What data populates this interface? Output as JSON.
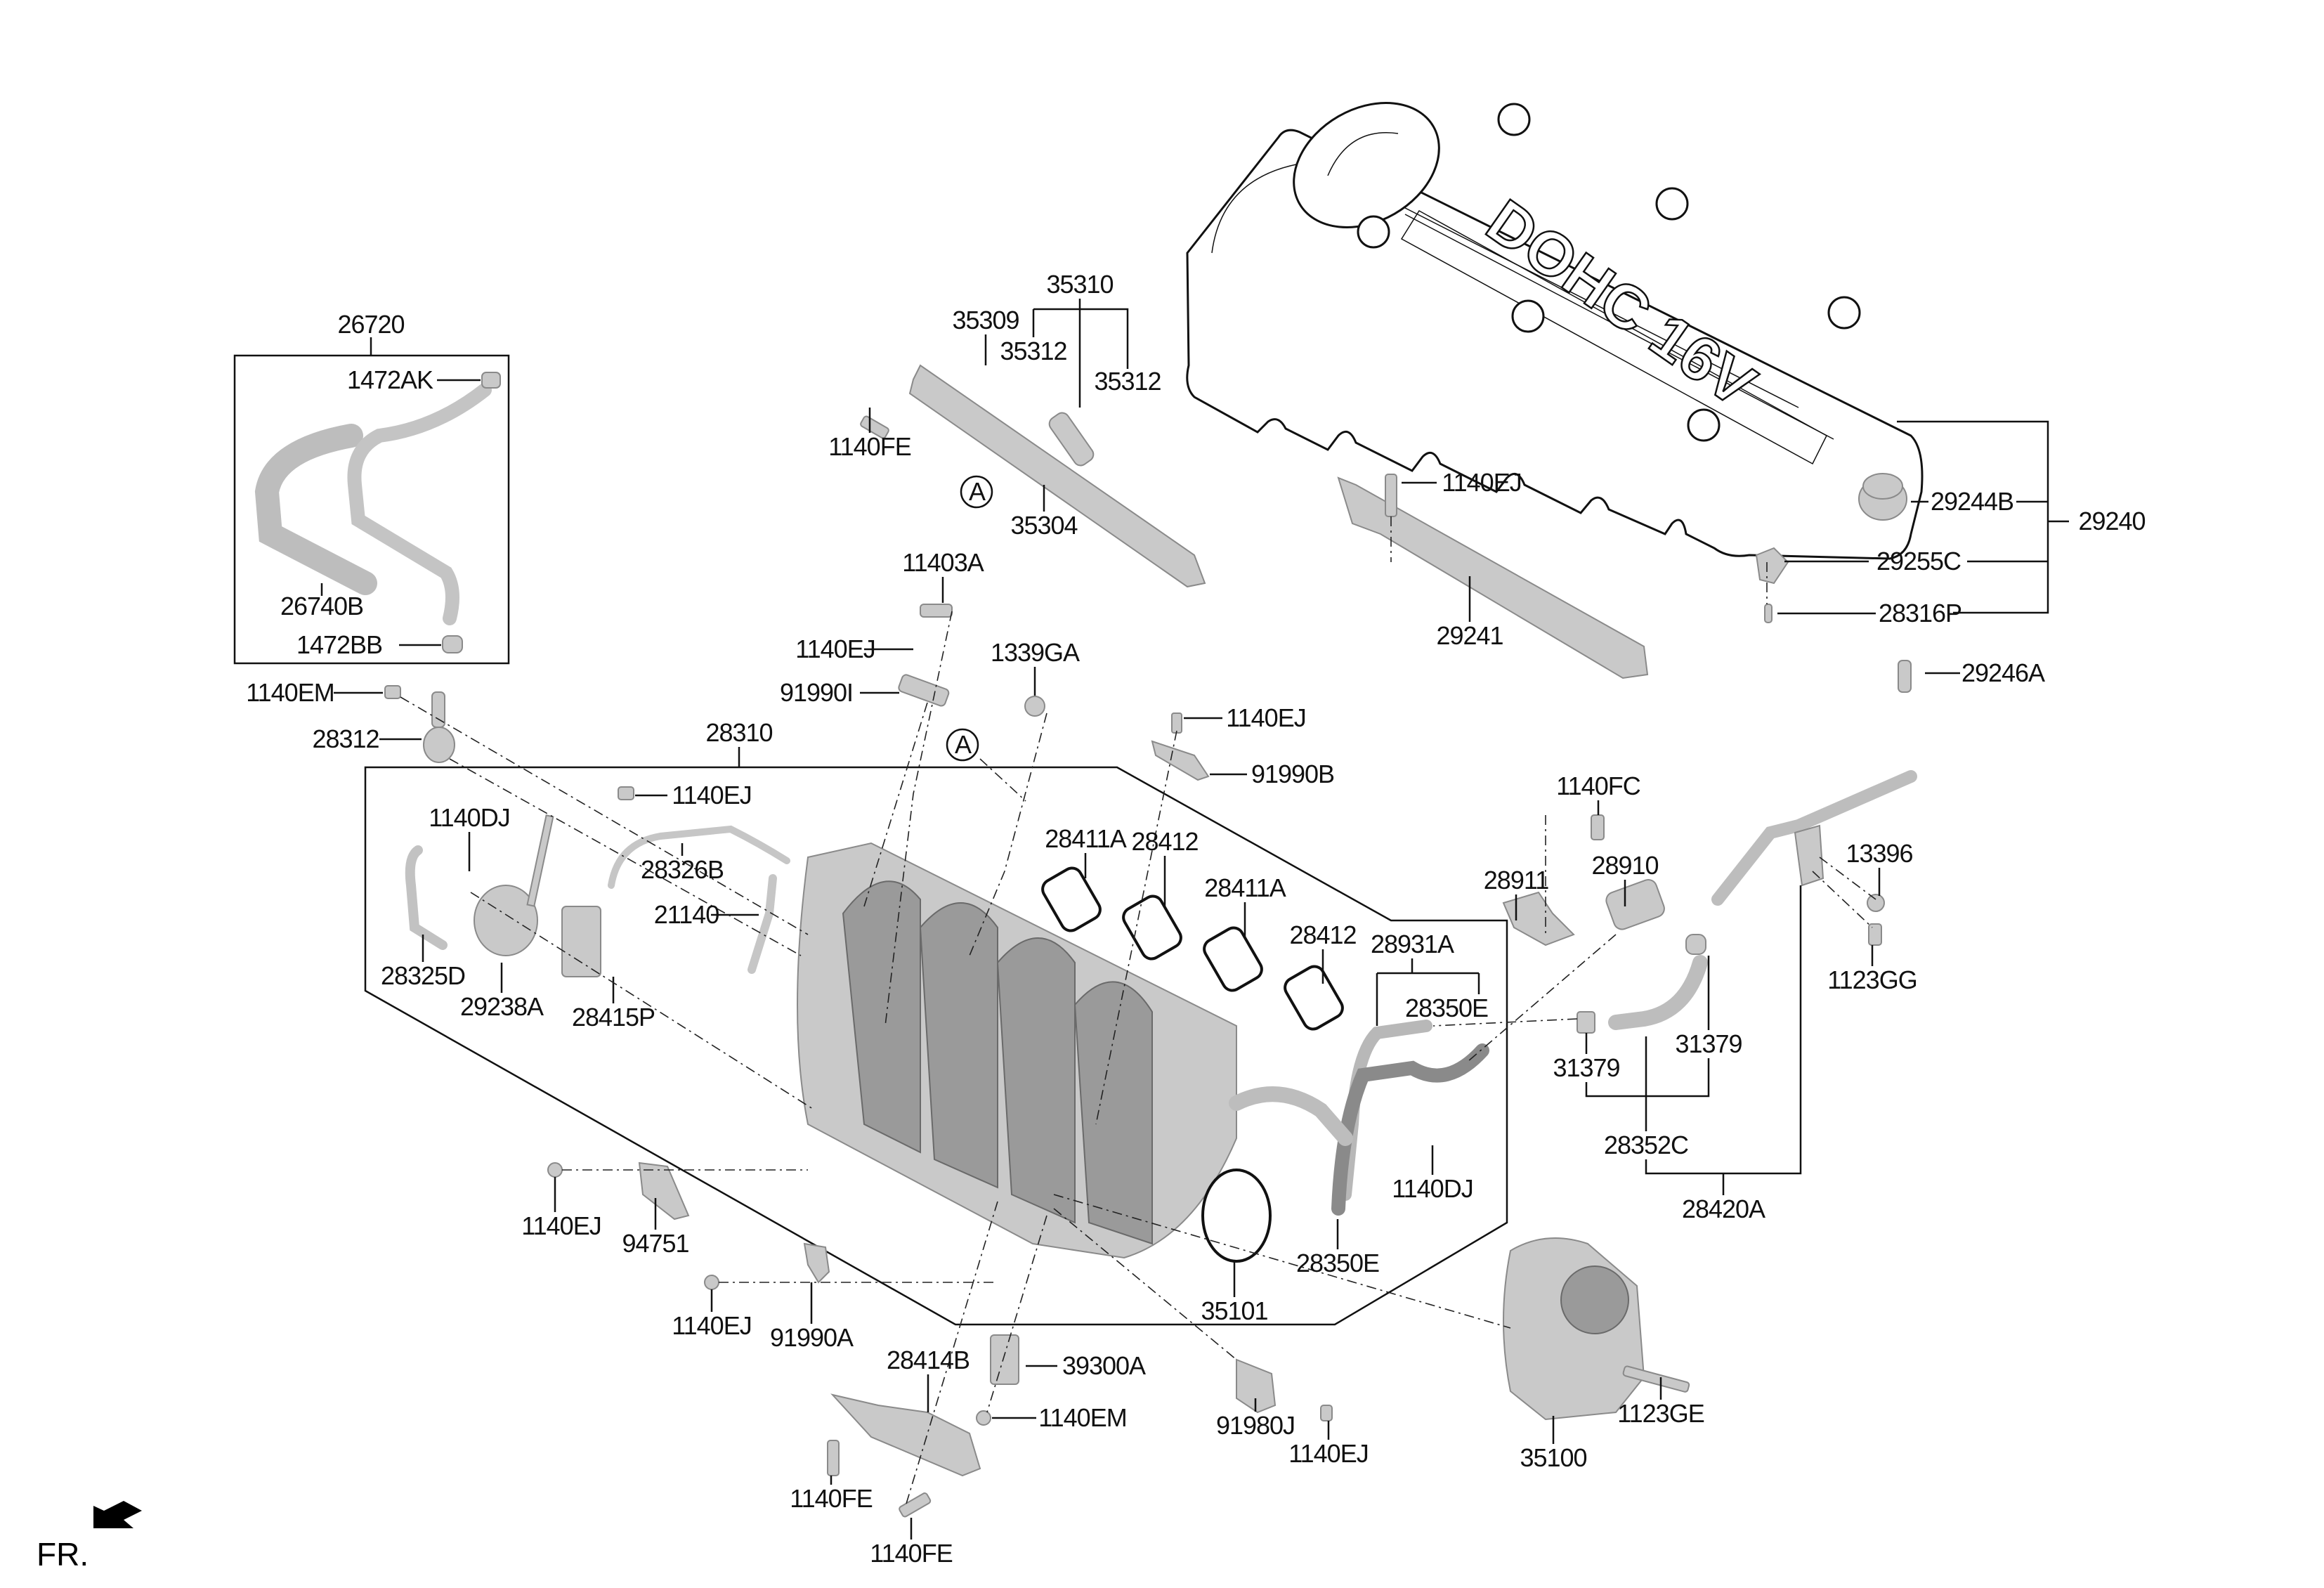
{
  "diagram": {
    "title": "Intake Manifold & Engine Cover Exploded Parts Diagram",
    "front_marker": "FR.",
    "cover_emblem": "DOHC 16V",
    "reference_marks": [
      "A",
      "A"
    ],
    "labels": [
      {
        "id": "26720",
        "part": "26720"
      },
      {
        "id": "1472AK",
        "part": "1472AK"
      },
      {
        "id": "26740B",
        "part": "26740B"
      },
      {
        "id": "1472BB",
        "part": "1472BB"
      },
      {
        "id": "35310",
        "part": "35310"
      },
      {
        "id": "35309",
        "part": "35309"
      },
      {
        "id": "35312a",
        "part": "35312"
      },
      {
        "id": "35312b",
        "part": "35312"
      },
      {
        "id": "1140FE-rail",
        "part": "1140FE"
      },
      {
        "id": "35304",
        "part": "35304"
      },
      {
        "id": "11403A",
        "part": "11403A"
      },
      {
        "id": "1140EJ-a",
        "part": "1140EJ"
      },
      {
        "id": "1339GA",
        "part": "1339GA"
      },
      {
        "id": "91990I",
        "part": "91990I"
      },
      {
        "id": "1140EM-a",
        "part": "1140EM"
      },
      {
        "id": "28312",
        "part": "28312"
      },
      {
        "id": "28310",
        "part": "28310"
      },
      {
        "id": "1140EJ-b",
        "part": "1140EJ"
      },
      {
        "id": "91990B",
        "part": "91990B"
      },
      {
        "id": "1140EJ-c",
        "part": "1140EJ"
      },
      {
        "id": "1140DJ-a",
        "part": "1140DJ"
      },
      {
        "id": "28411A-a",
        "part": "28411A"
      },
      {
        "id": "28412-a",
        "part": "28412"
      },
      {
        "id": "28326B",
        "part": "28326B"
      },
      {
        "id": "28411A-b",
        "part": "28411A"
      },
      {
        "id": "21140",
        "part": "21140"
      },
      {
        "id": "28412-b",
        "part": "28412"
      },
      {
        "id": "28931A",
        "part": "28931A"
      },
      {
        "id": "28325D",
        "part": "28325D"
      },
      {
        "id": "28350E-a",
        "part": "28350E"
      },
      {
        "id": "29238A",
        "part": "29238A"
      },
      {
        "id": "28415P",
        "part": "28415P"
      },
      {
        "id": "1140FC",
        "part": "1140FC"
      },
      {
        "id": "28911",
        "part": "28911"
      },
      {
        "id": "28910",
        "part": "28910"
      },
      {
        "id": "13396",
        "part": "13396"
      },
      {
        "id": "1123GG",
        "part": "1123GG"
      },
      {
        "id": "31379-a",
        "part": "31379"
      },
      {
        "id": "31379-b",
        "part": "31379"
      },
      {
        "id": "28352C",
        "part": "28352C"
      },
      {
        "id": "28420A",
        "part": "28420A"
      },
      {
        "id": "1140DJ-b",
        "part": "1140DJ"
      },
      {
        "id": "28350E-b",
        "part": "28350E"
      },
      {
        "id": "35101",
        "part": "35101"
      },
      {
        "id": "1140EJ-d",
        "part": "1140EJ"
      },
      {
        "id": "94751",
        "part": "94751"
      },
      {
        "id": "1140EJ-e",
        "part": "1140EJ"
      },
      {
        "id": "91990A",
        "part": "91990A"
      },
      {
        "id": "28414B",
        "part": "28414B"
      },
      {
        "id": "39300A",
        "part": "39300A"
      },
      {
        "id": "1140EM-b",
        "part": "1140EM"
      },
      {
        "id": "91980J",
        "part": "91980J"
      },
      {
        "id": "1140EJ-f",
        "part": "1140EJ"
      },
      {
        "id": "1140FE-a",
        "part": "1140FE"
      },
      {
        "id": "1140FE-b",
        "part": "1140FE"
      },
      {
        "id": "35100",
        "part": "35100"
      },
      {
        "id": "1123GE",
        "part": "1123GE"
      },
      {
        "id": "1140EJ-cover",
        "part": "1140EJ"
      },
      {
        "id": "29241",
        "part": "29241"
      },
      {
        "id": "29244B",
        "part": "29244B"
      },
      {
        "id": "29240",
        "part": "29240"
      },
      {
        "id": "29255C",
        "part": "29255C"
      },
      {
        "id": "28316P",
        "part": "28316P"
      },
      {
        "id": "29246A",
        "part": "29246A"
      }
    ]
  }
}
